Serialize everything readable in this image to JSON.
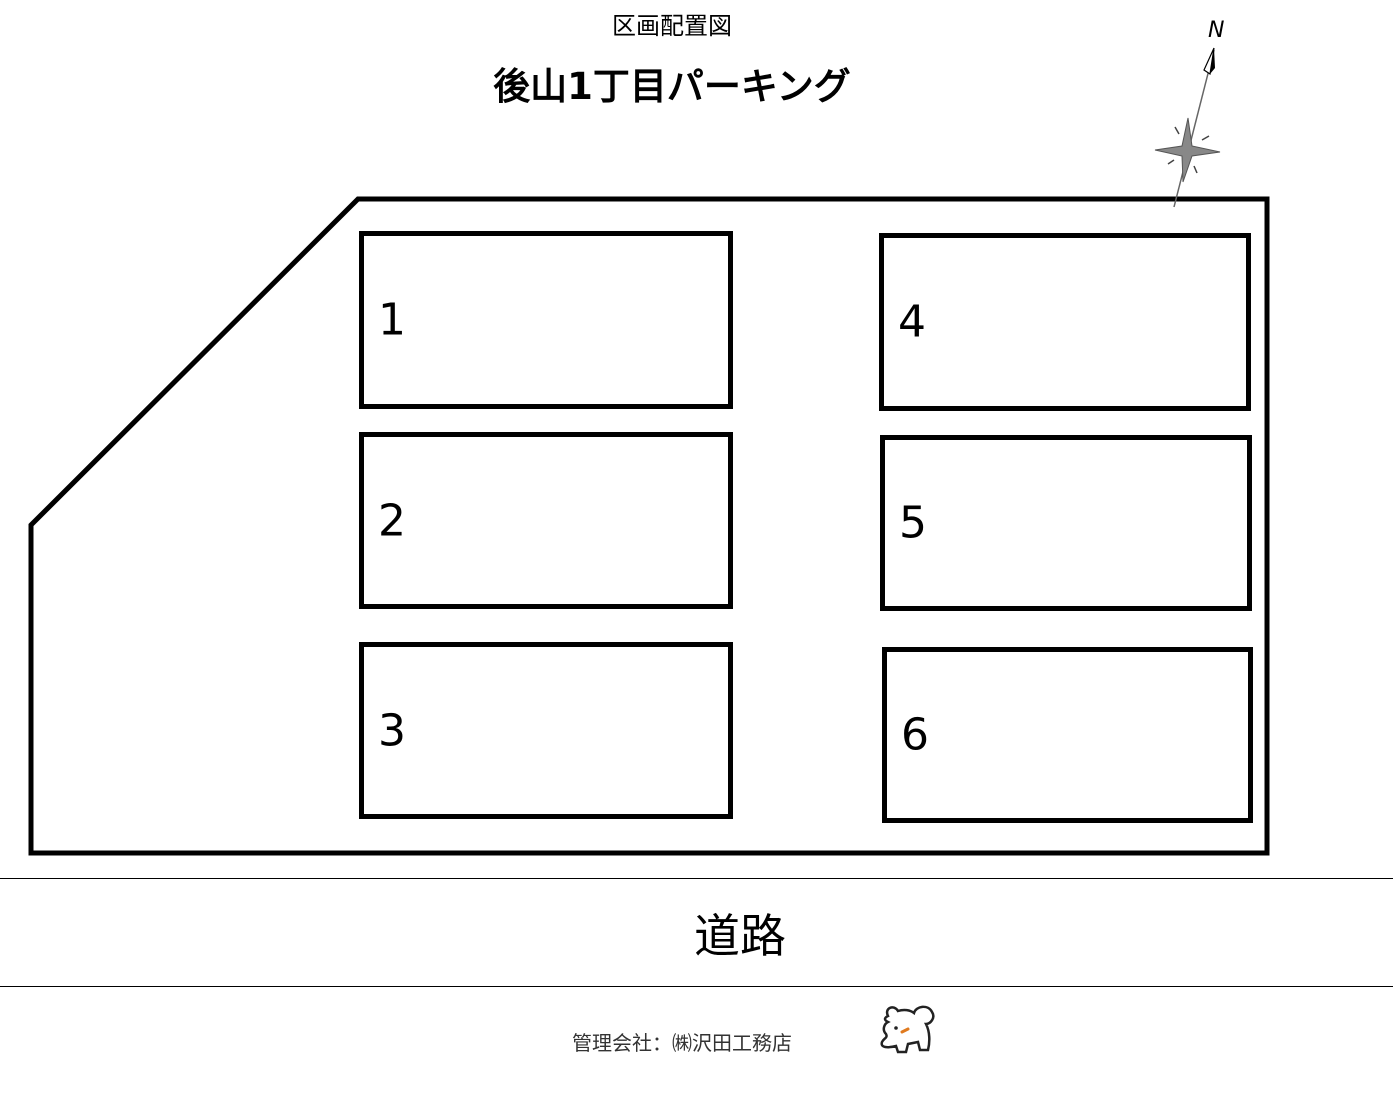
{
  "header": {
    "subtitle": "区画配置図",
    "title": "後山1丁目パーキング"
  },
  "compass": {
    "label": "N"
  },
  "spaces": [
    {
      "label": "1"
    },
    {
      "label": "2"
    },
    {
      "label": "3"
    },
    {
      "label": "4"
    },
    {
      "label": "5"
    },
    {
      "label": "6"
    }
  ],
  "road": {
    "label": "道路"
  },
  "footer": {
    "management": "管理会社：㈱沢田工務店"
  },
  "colors": {
    "line": "#000000",
    "logo_accent": "#e07a1f"
  }
}
